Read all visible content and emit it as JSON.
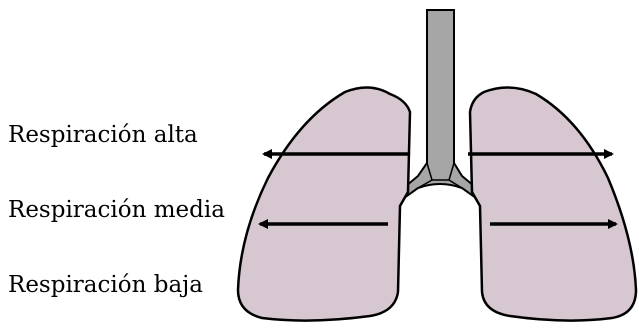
{
  "labels": {
    "high": "Respiración alta",
    "middle": "Respiración media",
    "low": "Respiración baja"
  },
  "colors": {
    "lung_fill": "#d6c7d1",
    "airway_fill": "#a6a6a6",
    "outline": "#000000",
    "arrow": "#000000"
  }
}
